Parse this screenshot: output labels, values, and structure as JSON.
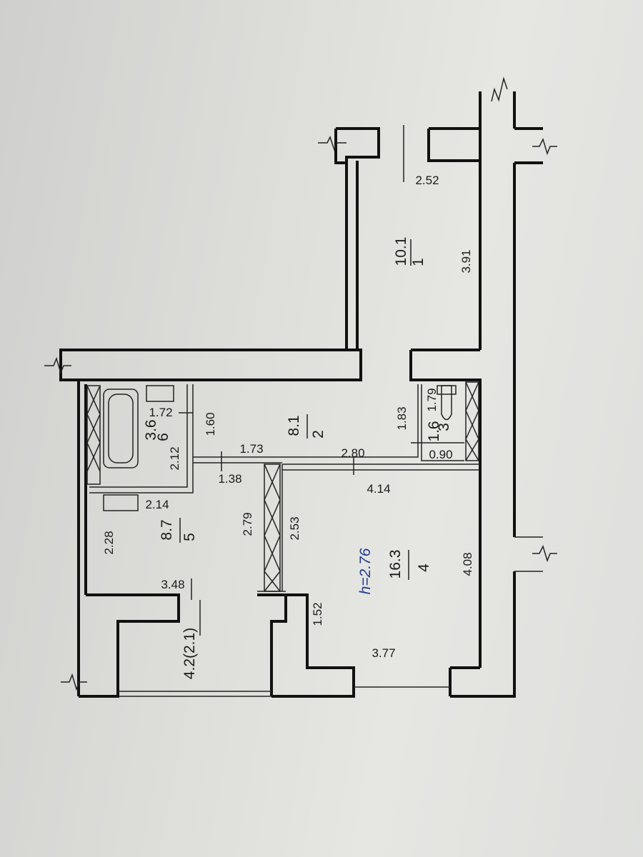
{
  "rooms": [
    {
      "number": "1",
      "area": "10.1",
      "dims": [
        "2.52",
        "3.91"
      ]
    },
    {
      "number": "2",
      "area": "8.1",
      "dims": [
        "1.73",
        "1.60",
        "1.83",
        "2.80"
      ]
    },
    {
      "number": "3",
      "area": "1.6",
      "dims": [
        "1.79",
        "0.90"
      ]
    },
    {
      "number": "4",
      "area": "16.3",
      "dims": [
        "4.14",
        "4.08",
        "3.77",
        "1.52",
        "2.53"
      ]
    },
    {
      "number": "5",
      "area": "8.7",
      "dims": [
        "2.14",
        "2.28",
        "2.79",
        "1.38",
        "3.48"
      ]
    },
    {
      "number": "6",
      "area": "3.6",
      "dims": [
        "1.72",
        "2.12"
      ]
    }
  ],
  "ceiling_height": "h=2.76",
  "balcony_area": "4.2(2.1)"
}
